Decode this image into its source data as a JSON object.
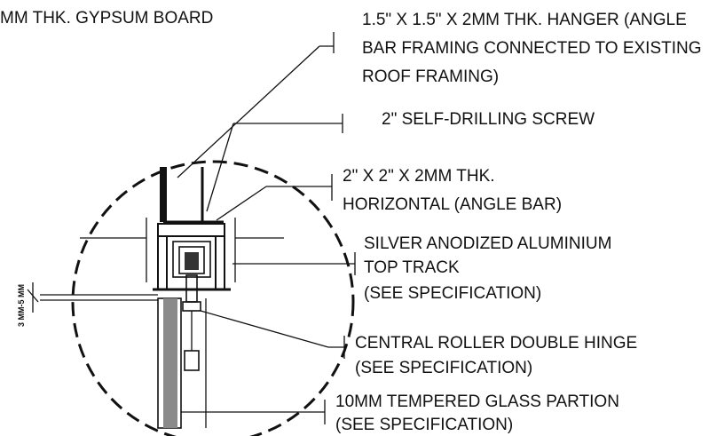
{
  "labels": {
    "gypsum": "MM THK. GYPSUM BOARD",
    "hanger": [
      "1.5\" X 1.5\" X 2MM THK.  HANGER (ANGLE",
      "BAR FRAMING CONNECTED TO EXISTING",
      "ROOF FRAMING)"
    ],
    "screw": "2\" SELF-DRILLING SCREW",
    "horizontal": [
      "2\" X 2\" X 2MM THK.",
      "HORIZONTAL (ANGLE BAR)"
    ],
    "track": [
      "SILVER ANODIZED ALUMINIUM",
      "TOP TRACK",
      "(SEE SPECIFICATION)"
    ],
    "hinge": [
      "CENTRAL ROLLER DOUBLE HINGE",
      "(SEE SPECIFICATION)"
    ],
    "glass": [
      "10MM TEMPERED GLASS PARTION",
      "(SEE SPECIFICATION)"
    ],
    "gap": "3 MM-5 MM"
  }
}
